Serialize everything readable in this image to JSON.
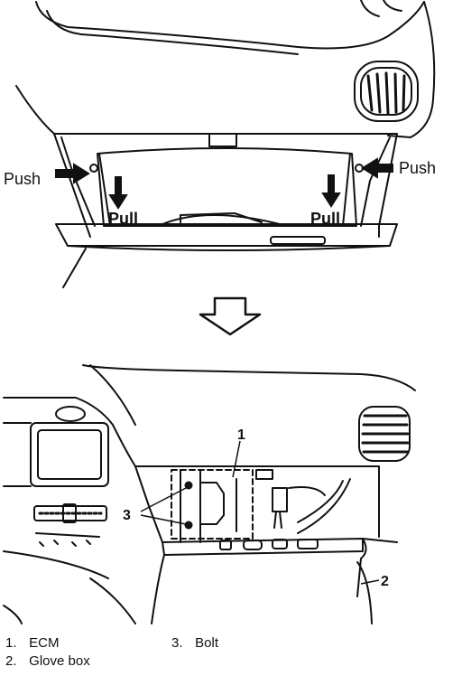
{
  "top_view": {
    "push_left": "Push",
    "push_right": "Push",
    "pull_left": "Pull",
    "pull_right": "Pull"
  },
  "bottom_view": {
    "callout_ecm": "1",
    "callout_glove_box": "2",
    "callout_bolt": "3"
  },
  "legend": [
    {
      "num": "1.",
      "text": "ECM"
    },
    {
      "num": "2.",
      "text": "Glove box"
    },
    {
      "num": "3.",
      "text": "Bolt"
    }
  ]
}
